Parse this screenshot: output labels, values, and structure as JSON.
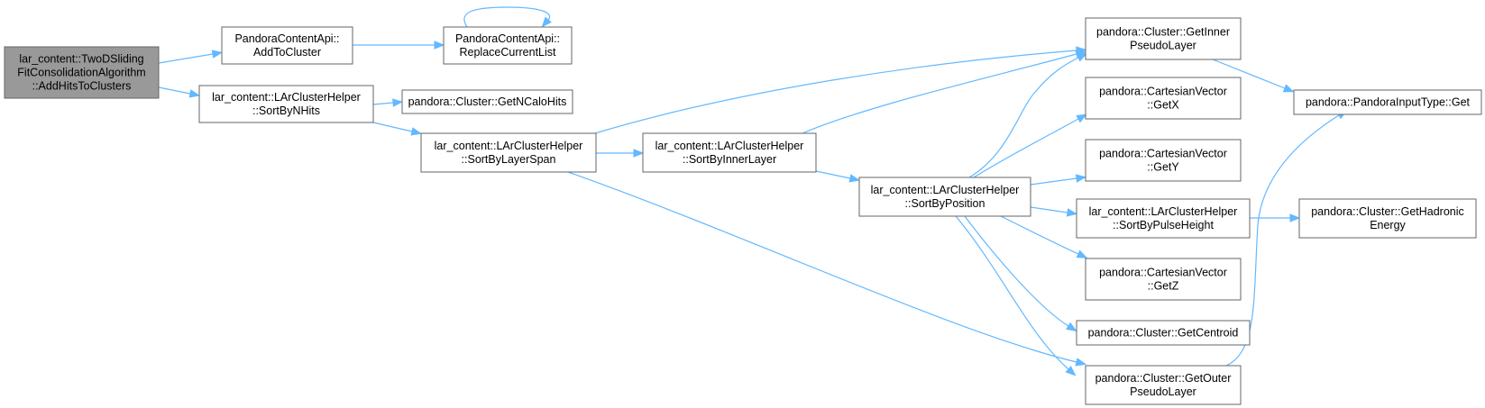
{
  "colors": {
    "edge": "#63b8ff",
    "node_border": "#666666",
    "root_fill": "#999999",
    "node_fill": "#ffffff"
  },
  "nodes": [
    {
      "id": "root",
      "lines": [
        "lar_content::TwoDSliding",
        "FitConsolidationAlgorithm",
        "::AddHitsToClusters"
      ]
    },
    {
      "id": "addToCluster",
      "lines": [
        "PandoraContentApi::",
        "AddToCluster"
      ]
    },
    {
      "id": "replaceCurrentList",
      "lines": [
        "PandoraContentApi::",
        "ReplaceCurrentList"
      ]
    },
    {
      "id": "sortByNHits",
      "lines": [
        "lar_content::LArClusterHelper",
        "::SortByNHits"
      ]
    },
    {
      "id": "getNCaloHits",
      "lines": [
        "pandora::Cluster::GetNCaloHits"
      ]
    },
    {
      "id": "sortByLayerSpan",
      "lines": [
        "lar_content::LArClusterHelper",
        "::SortByLayerSpan"
      ]
    },
    {
      "id": "sortByInnerLayer",
      "lines": [
        "lar_content::LArClusterHelper",
        "::SortByInnerLayer"
      ]
    },
    {
      "id": "sortByPosition",
      "lines": [
        "lar_content::LArClusterHelper",
        "::SortByPosition"
      ]
    },
    {
      "id": "getInnerPseudoLayer",
      "lines": [
        "pandora::Cluster::GetInner",
        "PseudoLayer"
      ]
    },
    {
      "id": "getX",
      "lines": [
        "pandora::CartesianVector",
        "::GetX"
      ]
    },
    {
      "id": "getY",
      "lines": [
        "pandora::CartesianVector",
        "::GetY"
      ]
    },
    {
      "id": "sortByPulseHeight",
      "lines": [
        "lar_content::LArClusterHelper",
        "::SortByPulseHeight"
      ]
    },
    {
      "id": "getZ",
      "lines": [
        "pandora::CartesianVector",
        "::GetZ"
      ]
    },
    {
      "id": "getCentroid",
      "lines": [
        "pandora::Cluster::GetCentroid"
      ]
    },
    {
      "id": "getOuterPseudoLayer",
      "lines": [
        "pandora::Cluster::GetOuter",
        "PseudoLayer"
      ]
    },
    {
      "id": "pandoraInputTypeGet",
      "lines": [
        "pandora::PandoraInputType::Get"
      ]
    },
    {
      "id": "getHadronicEnergy",
      "lines": [
        "pandora::Cluster::GetHadronic",
        "Energy"
      ]
    }
  ],
  "edges": [
    [
      "root",
      "addToCluster"
    ],
    [
      "root",
      "sortByNHits"
    ],
    [
      "addToCluster",
      "replaceCurrentList"
    ],
    [
      "replaceCurrentList",
      "replaceCurrentList"
    ],
    [
      "sortByNHits",
      "getNCaloHits"
    ],
    [
      "sortByNHits",
      "sortByLayerSpan"
    ],
    [
      "sortByLayerSpan",
      "getInnerPseudoLayer"
    ],
    [
      "sortByLayerSpan",
      "sortByInnerLayer"
    ],
    [
      "sortByLayerSpan",
      "getOuterPseudoLayer"
    ],
    [
      "sortByInnerLayer",
      "getInnerPseudoLayer"
    ],
    [
      "sortByInnerLayer",
      "sortByPosition"
    ],
    [
      "sortByPosition",
      "getInnerPseudoLayer"
    ],
    [
      "sortByPosition",
      "getX"
    ],
    [
      "sortByPosition",
      "getY"
    ],
    [
      "sortByPosition",
      "sortByPulseHeight"
    ],
    [
      "sortByPosition",
      "getZ"
    ],
    [
      "sortByPosition",
      "getCentroid"
    ],
    [
      "sortByPosition",
      "getOuterPseudoLayer"
    ],
    [
      "getInnerPseudoLayer",
      "pandoraInputTypeGet"
    ],
    [
      "getOuterPseudoLayer",
      "pandoraInputTypeGet"
    ],
    [
      "sortByPulseHeight",
      "getHadronicEnergy"
    ]
  ]
}
